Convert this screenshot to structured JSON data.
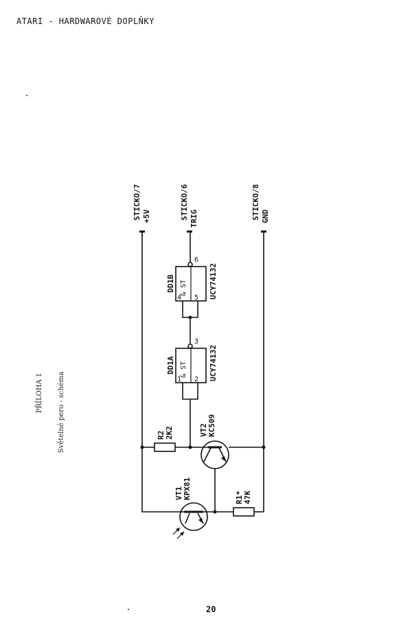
{
  "header": {
    "title": "ATARI - HARDWAROVÉ DOPLŇKY"
  },
  "figure": {
    "caption_label": "PŘÍLOHA 1",
    "caption_text": "Světelné pero - schéma"
  },
  "terminals": {
    "vcc_name": "STICKO/7",
    "vcc_label": "+5V",
    "trig_name": "STICKO/6",
    "trig_label": "TRIG",
    "gnd_name": "STICKO/8",
    "gnd_label": "GND"
  },
  "components": {
    "dd1b": {
      "ref": "DD1B",
      "type": "UCY74132",
      "logic": "& ST",
      "pin_in_a": "4",
      "pin_in_b": "5",
      "pin_out": "6"
    },
    "dd1a": {
      "ref": "DD1A",
      "type": "UCY74132",
      "logic": "& ST",
      "pin_in_a": "1",
      "pin_in_b": "2",
      "pin_out": "3"
    },
    "r2": {
      "ref": "R2",
      "value": "2K2"
    },
    "vt2": {
      "ref": "VT2",
      "type": "KC509"
    },
    "vt1": {
      "ref": "VT1",
      "type": "KPX81"
    },
    "r1": {
      "ref": "R1*",
      "value": "47K"
    }
  },
  "page": {
    "number": "20"
  }
}
